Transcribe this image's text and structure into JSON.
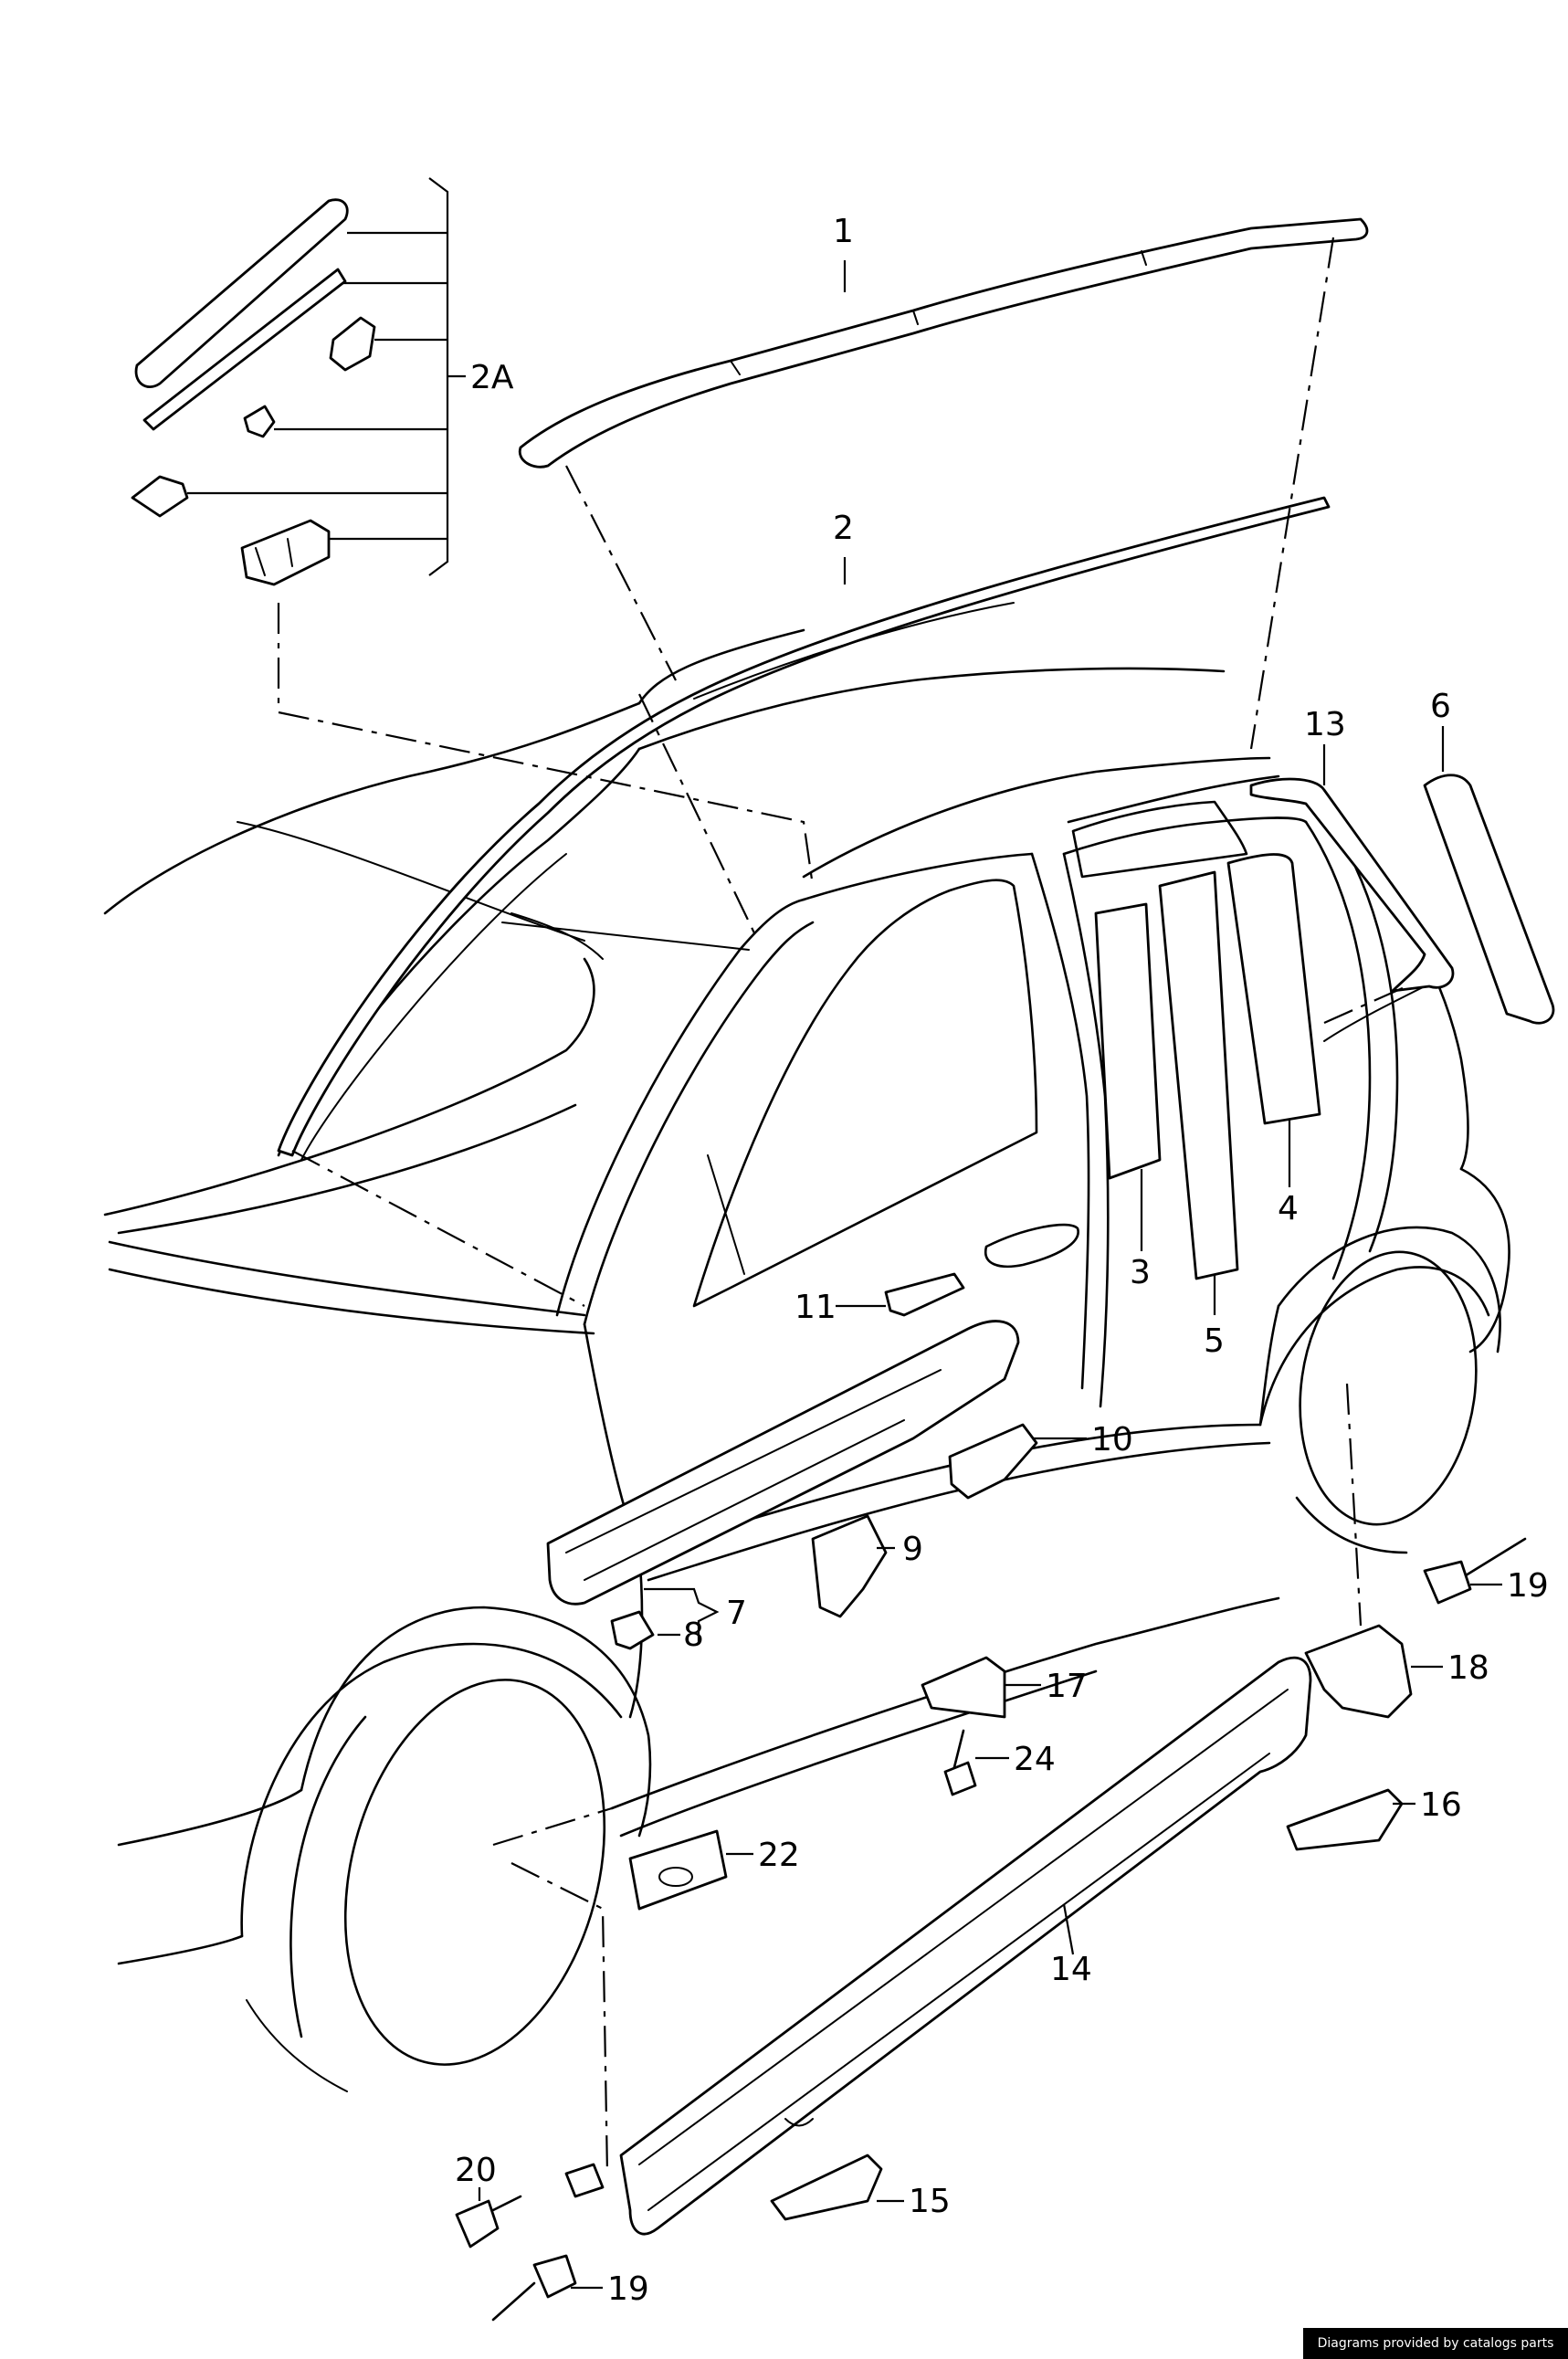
{
  "diagram": {
    "callouts": [
      {
        "id": "c1",
        "label": "1"
      },
      {
        "id": "c2",
        "label": "2"
      },
      {
        "id": "c2a",
        "label": "2A"
      },
      {
        "id": "c3",
        "label": "3"
      },
      {
        "id": "c4",
        "label": "4"
      },
      {
        "id": "c5",
        "label": "5"
      },
      {
        "id": "c6",
        "label": "6"
      },
      {
        "id": "c7",
        "label": "7"
      },
      {
        "id": "c8",
        "label": "8"
      },
      {
        "id": "c9",
        "label": "9"
      },
      {
        "id": "c10",
        "label": "10"
      },
      {
        "id": "c11",
        "label": "11"
      },
      {
        "id": "c13",
        "label": "13"
      },
      {
        "id": "c14",
        "label": "14"
      },
      {
        "id": "c15",
        "label": "15"
      },
      {
        "id": "c16",
        "label": "16"
      },
      {
        "id": "c17",
        "label": "17"
      },
      {
        "id": "c18",
        "label": "18"
      },
      {
        "id": "c19a",
        "label": "19"
      },
      {
        "id": "c19b",
        "label": "19"
      },
      {
        "id": "c20",
        "label": "20"
      },
      {
        "id": "c22",
        "label": "22"
      },
      {
        "id": "c24",
        "label": "24"
      }
    ]
  },
  "footer": {
    "credit": "Diagrams provided by catalogs parts"
  }
}
